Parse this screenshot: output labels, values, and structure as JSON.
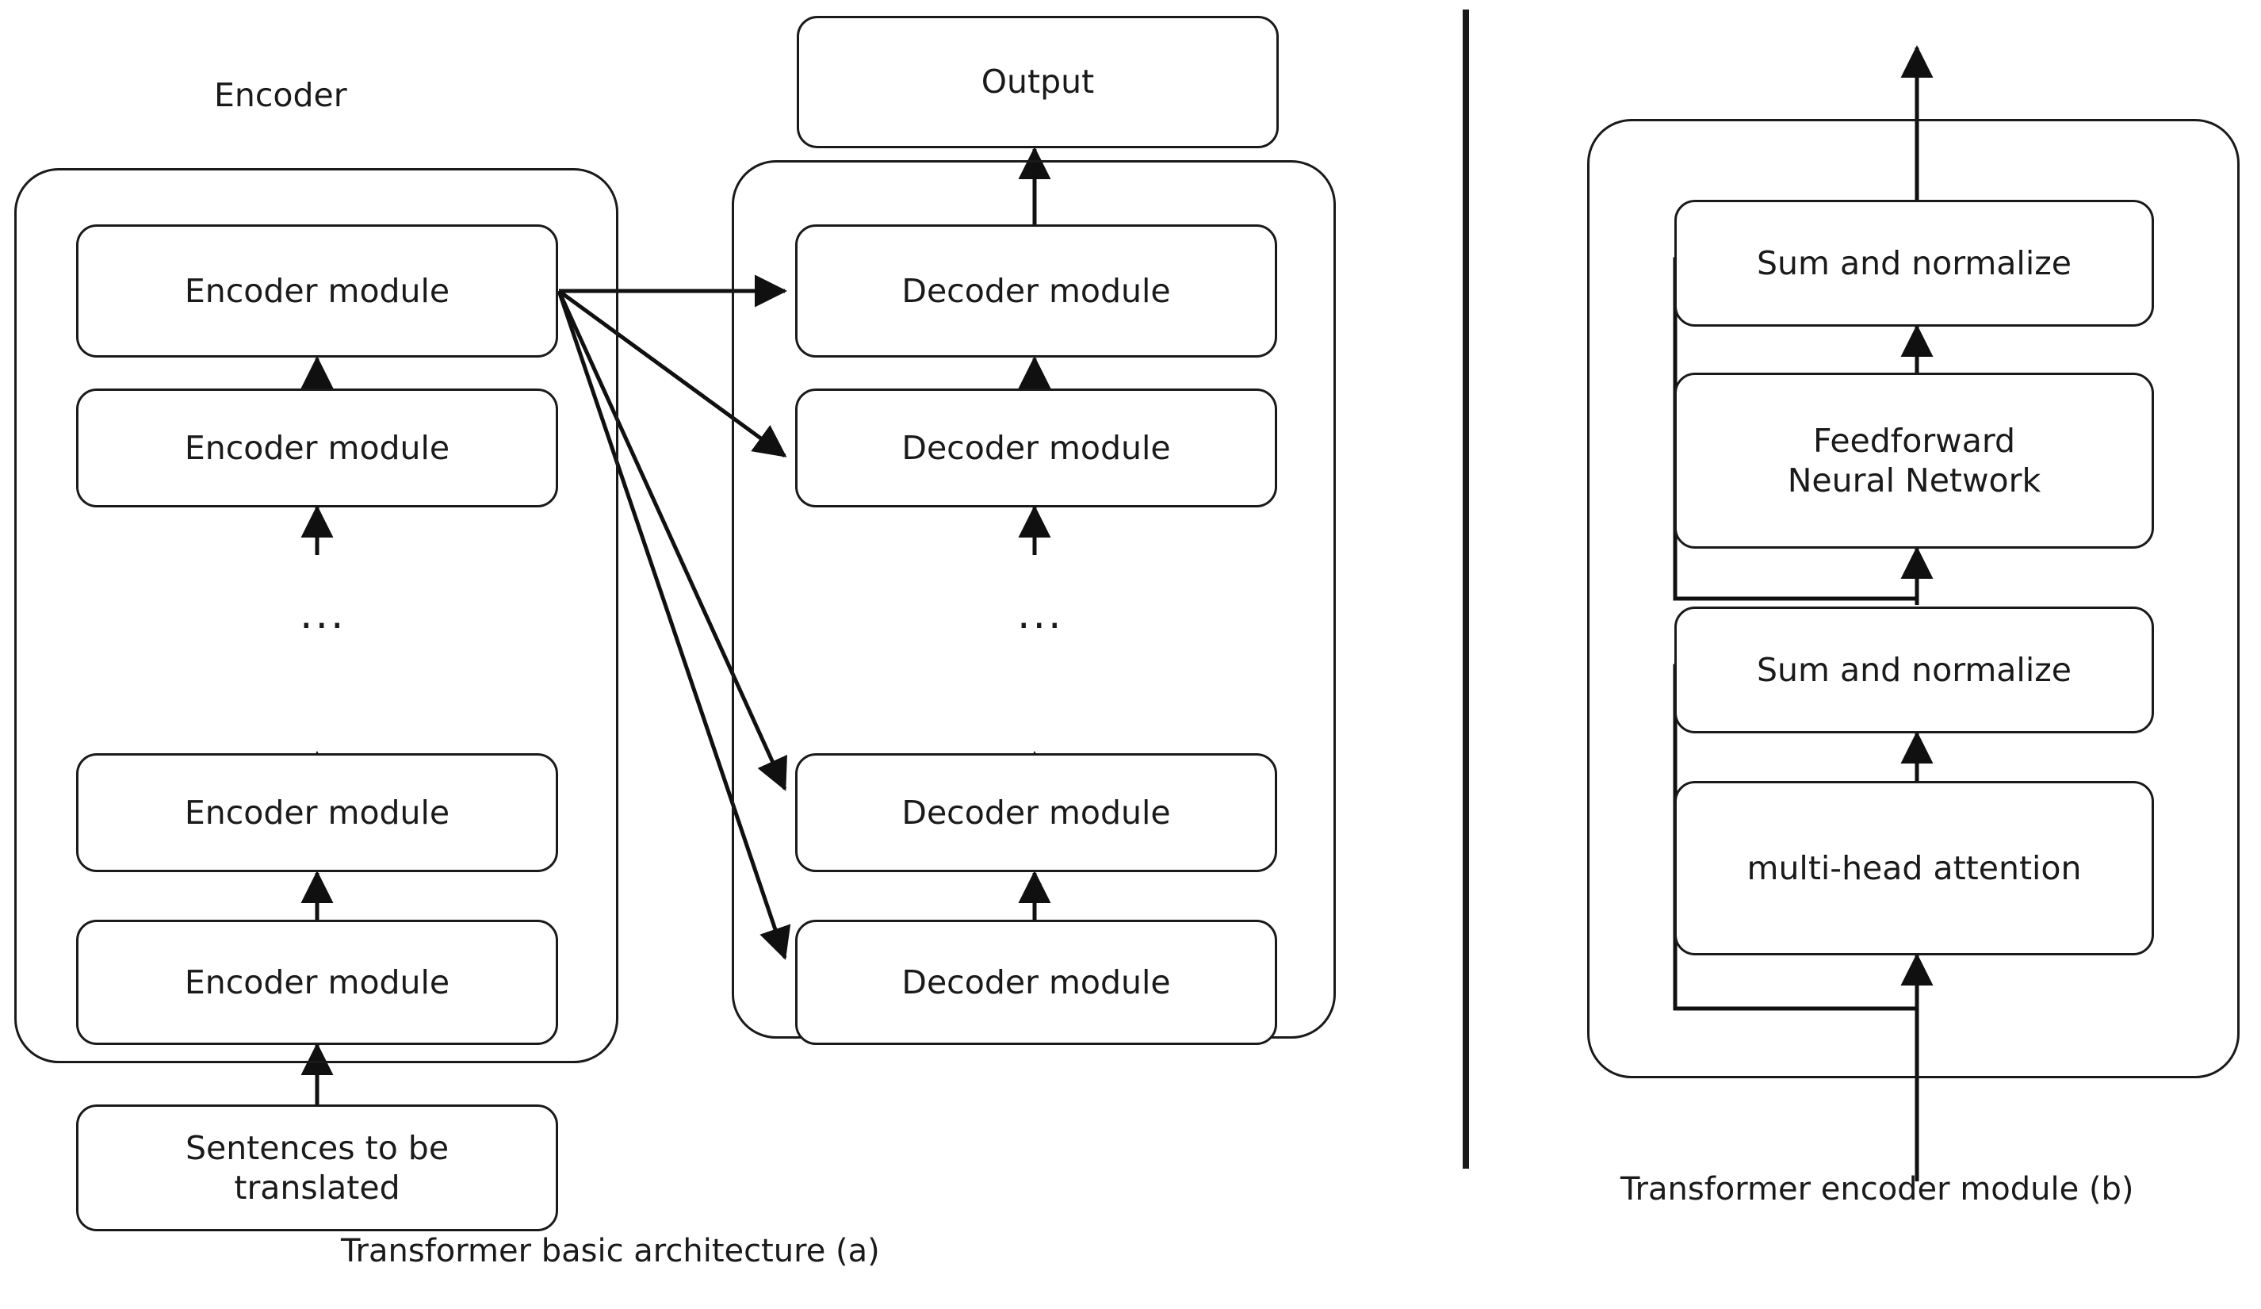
{
  "figure": {
    "panels": [
      {
        "id": "panel-a",
        "caption": "Transformer basic architecture (a)",
        "group_label": "Encoder",
        "encoder_stack": {
          "modules": [
            {
              "label": "Encoder module"
            },
            {
              "label": "Encoder module"
            },
            {
              "label": "Encoder module"
            },
            {
              "label": "Encoder module"
            }
          ],
          "ellipsis": "...",
          "input_box": {
            "line1": "Sentences to be",
            "line2": "translated"
          }
        },
        "decoder_stack": {
          "modules": [
            {
              "label": "Decoder module"
            },
            {
              "label": "Decoder module"
            },
            {
              "label": "Decoder module"
            },
            {
              "label": "Decoder module"
            }
          ],
          "ellipsis": "...",
          "output_box": {
            "label": "Output"
          }
        }
      },
      {
        "id": "panel-b",
        "caption": "Transformer encoder module (b)",
        "blocks": [
          {
            "label": "Sum and normalize"
          },
          {
            "line1": "Feedforward",
            "line2": "Neural Network"
          },
          {
            "label": "Sum and normalize"
          },
          {
            "label": "multi-head attention"
          }
        ]
      }
    ],
    "colors": {
      "stroke": "#1a1a1a",
      "background": "#ffffff"
    }
  }
}
